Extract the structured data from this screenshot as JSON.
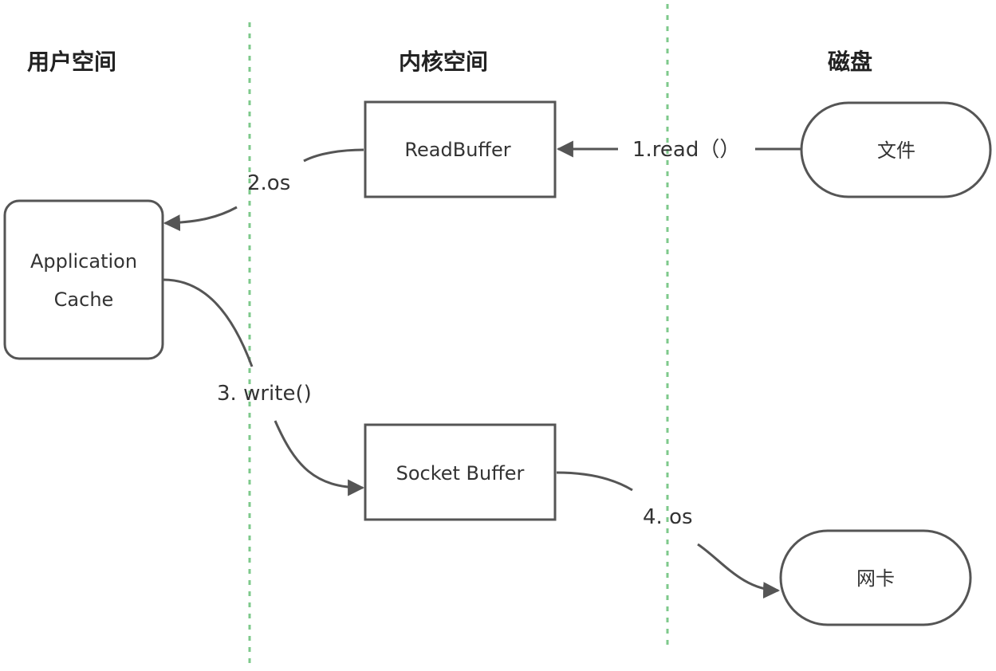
{
  "columns": {
    "user_space": "用户空间",
    "kernel_space": "内核空间",
    "disk": "磁盘"
  },
  "nodes": {
    "read_buffer": "ReadBuffer",
    "app_cache_line1": "Application",
    "app_cache_line2": "Cache",
    "socket_buffer": "Socket Buffer",
    "file": "文件",
    "nic": "网卡"
  },
  "edges": {
    "read": "1.read（）",
    "os_copy": "2.os",
    "write": "3. write()",
    "os_send": "4. os"
  },
  "colors": {
    "divider": "#7ec98b",
    "stroke": "#555555",
    "text": "#333333"
  }
}
